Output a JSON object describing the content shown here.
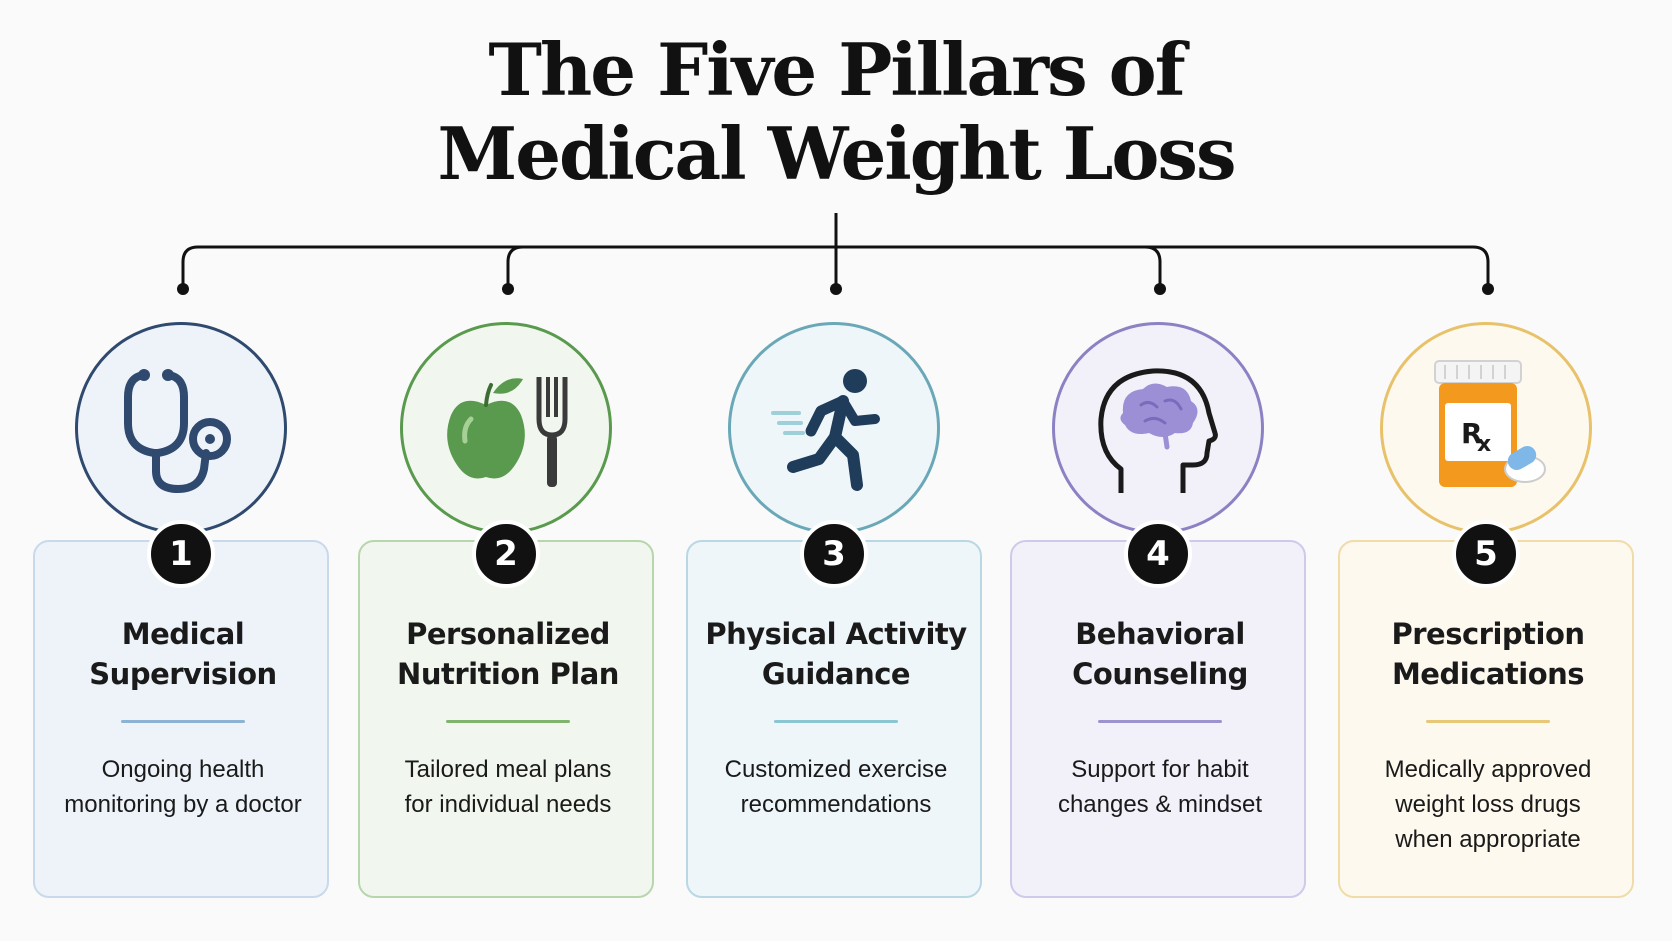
{
  "title": {
    "line1": "The Five Pillars of",
    "line2": "Medical Weight Loss"
  },
  "pillars": [
    {
      "number": "1",
      "title_line1": "Medical",
      "title_line2": "Supervision",
      "desc_line1": "Ongoing health",
      "desc_line2": "monitoring by a doctor",
      "desc_line3": "",
      "icon": "stethoscope-icon",
      "accent": "#2f4a6e",
      "card_bg": "#eef3fa",
      "card_border": "#c9d9ec",
      "divider": "#8db3d3"
    },
    {
      "number": "2",
      "title_line1": "Personalized",
      "title_line2": "Nutrition Plan",
      "desc_line1": "Tailored meal plans",
      "desc_line2": "for individual needs",
      "desc_line3": "",
      "icon": "apple-fork-icon",
      "accent": "#5a9a4e",
      "card_bg": "#f1f7ee",
      "card_border": "#b8d6ad",
      "divider": "#7fb46f"
    },
    {
      "number": "3",
      "title_line1": "Physical Activity",
      "title_line2": "Guidance",
      "desc_line1": "Customized exercise",
      "desc_line2": "recommendations",
      "desc_line3": "",
      "icon": "runner-icon",
      "accent": "#6aa8b8",
      "card_bg": "#eff6f9",
      "card_border": "#b9d8e3",
      "divider": "#8cc6d2"
    },
    {
      "number": "4",
      "title_line1": "Behavioral",
      "title_line2": "Counseling",
      "desc_line1": "Support for habit",
      "desc_line2": "changes & mindset",
      "desc_line3": "",
      "icon": "brain-head-icon",
      "accent": "#8b82c4",
      "card_bg": "#f2f1fa",
      "card_border": "#cfc9ea",
      "divider": "#9d94cf"
    },
    {
      "number": "5",
      "title_line1": "Prescription",
      "title_line2": "Medications",
      "desc_line1": "Medically approved",
      "desc_line2": "weight loss drugs",
      "desc_line3": "when appropriate",
      "icon": "pill-bottle-icon",
      "accent": "#e8c26a",
      "card_bg": "#fdf9ee",
      "card_border": "#f0dca8",
      "divider": "#e7c876"
    }
  ]
}
